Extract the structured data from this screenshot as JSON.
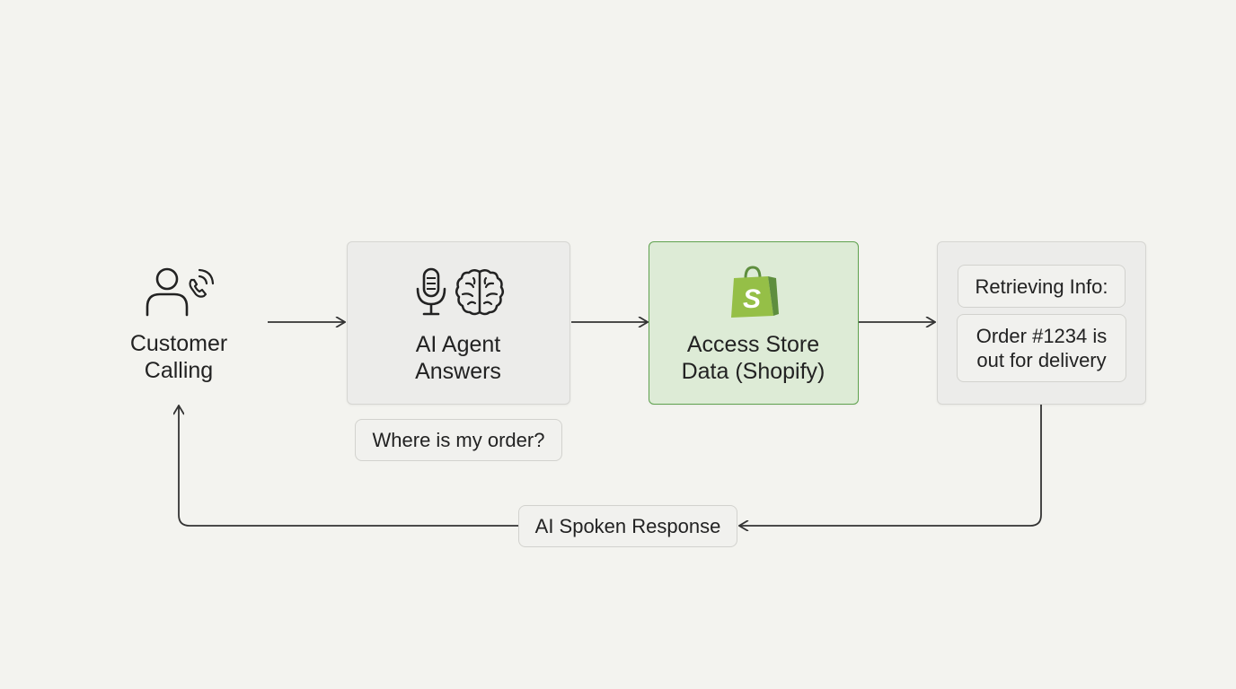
{
  "nodes": {
    "customer": {
      "line1": "Customer",
      "line2": "Calling",
      "icon": "user-phone-icon"
    },
    "agent": {
      "line1": "AI Agent",
      "line2": "Answers",
      "icons": [
        "microphone-icon",
        "brain-icon"
      ]
    },
    "store": {
      "line1": "Access Store",
      "line2": "Data (Shopify)",
      "icon": "shopify-bag-icon"
    },
    "info": {
      "title": "Retrieving Info:",
      "line1": "Order #1234 is",
      "line2": "out for delivery"
    }
  },
  "callouts": {
    "question": "Where is my order?",
    "response": "AI Spoken Response"
  },
  "colors": {
    "background": "#f3f3ef",
    "highlight_fill": "#ddebd6",
    "highlight_border": "#5fa24f",
    "shopify_green": "#7ab648",
    "stroke": "#333333"
  }
}
